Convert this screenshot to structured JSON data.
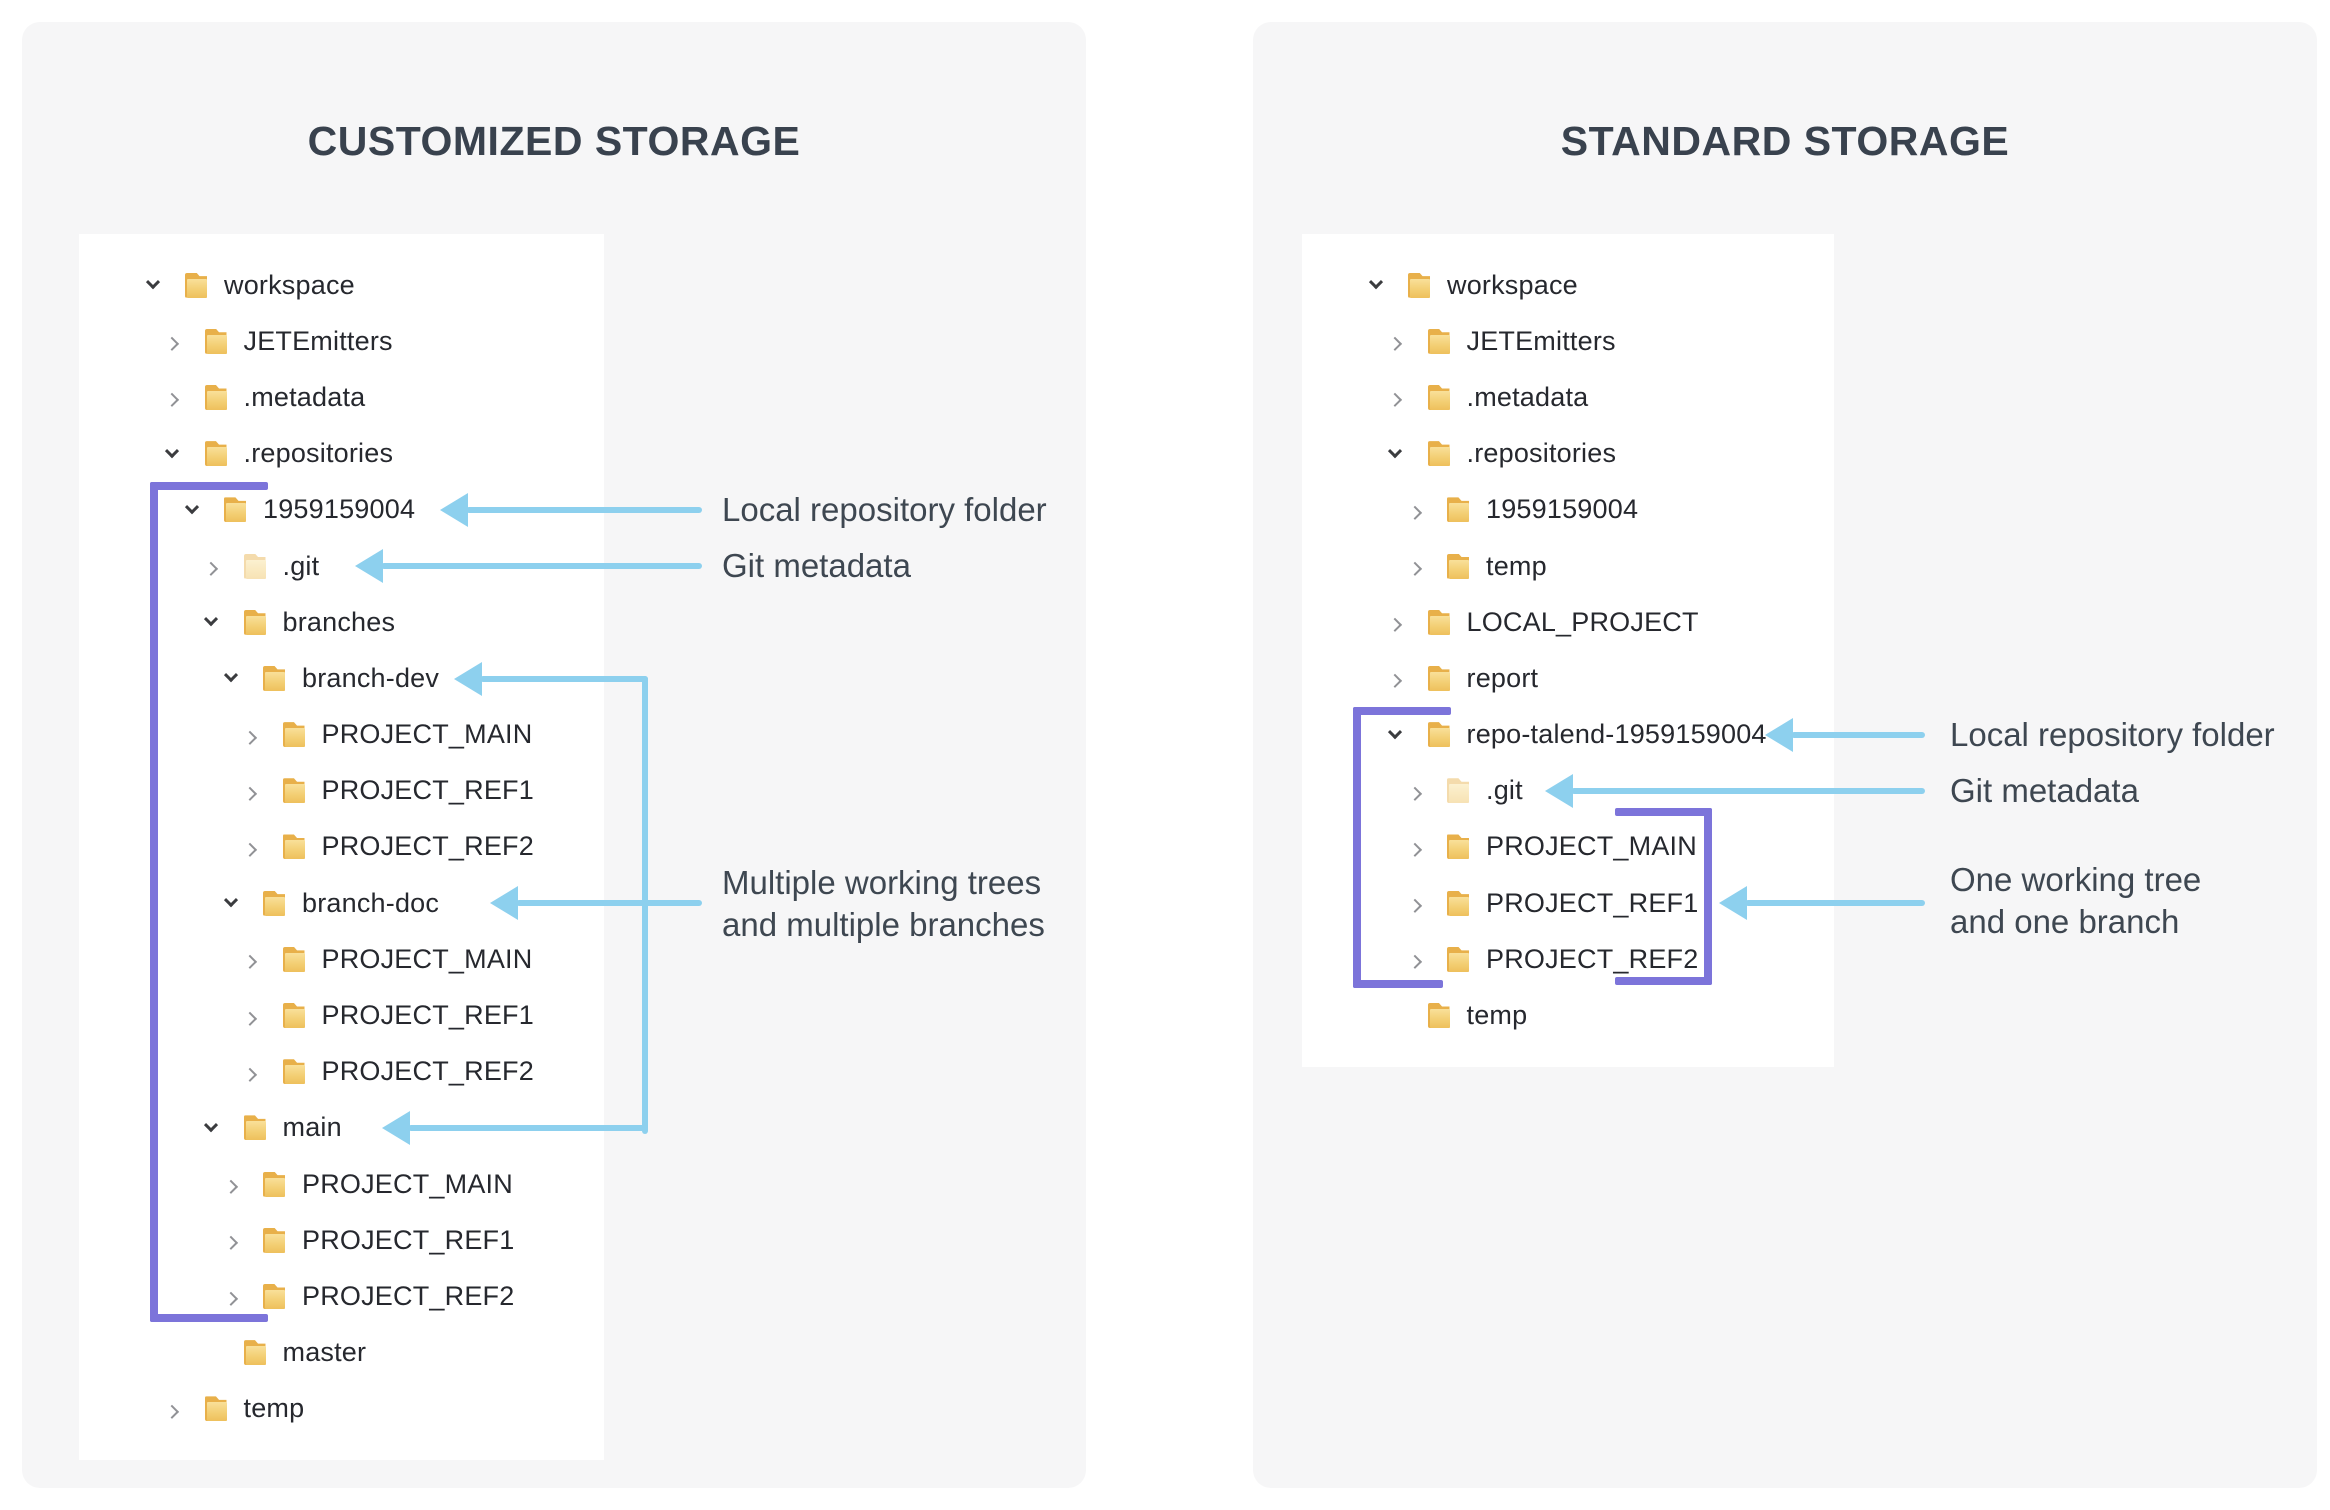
{
  "titles": {
    "left": "CUSTOMIZED STORAGE",
    "right": "STANDARD STORAGE"
  },
  "left_tree": [
    {
      "label": "workspace",
      "level": 0,
      "chevron": "down"
    },
    {
      "label": "JETEmitters",
      "level": 1,
      "chevron": "right"
    },
    {
      "label": ".metadata",
      "level": 1,
      "chevron": "right"
    },
    {
      "label": ".repositories",
      "level": 1,
      "chevron": "down"
    },
    {
      "label": "1959159004",
      "level": 2,
      "chevron": "down"
    },
    {
      "label": ".git",
      "level": 3,
      "chevron": "right",
      "pale": true
    },
    {
      "label": "branches",
      "level": 3,
      "chevron": "down"
    },
    {
      "label": "branch-dev",
      "level": 4,
      "chevron": "down"
    },
    {
      "label": "PROJECT_MAIN",
      "level": 5,
      "chevron": "right"
    },
    {
      "label": "PROJECT_REF1",
      "level": 5,
      "chevron": "right"
    },
    {
      "label": "PROJECT_REF2",
      "level": 5,
      "chevron": "right"
    },
    {
      "label": "branch-doc",
      "level": 4,
      "chevron": "down"
    },
    {
      "label": "PROJECT_MAIN",
      "level": 5,
      "chevron": "right"
    },
    {
      "label": "PROJECT_REF1",
      "level": 5,
      "chevron": "right"
    },
    {
      "label": "PROJECT_REF2",
      "level": 5,
      "chevron": "right"
    },
    {
      "label": "main",
      "level": 3,
      "chevron": "down"
    },
    {
      "label": "PROJECT_MAIN",
      "level": 4,
      "chevron": "right"
    },
    {
      "label": "PROJECT_REF1",
      "level": 4,
      "chevron": "right"
    },
    {
      "label": "PROJECT_REF2",
      "level": 4,
      "chevron": "right"
    },
    {
      "label": "master",
      "level": 3,
      "chevron": "none"
    },
    {
      "label": "temp",
      "level": 1,
      "chevron": "right"
    }
  ],
  "right_tree": [
    {
      "label": "workspace",
      "level": 0,
      "chevron": "down"
    },
    {
      "label": "JETEmitters",
      "level": 1,
      "chevron": "right"
    },
    {
      "label": ".metadata",
      "level": 1,
      "chevron": "right"
    },
    {
      "label": ".repositories",
      "level": 1,
      "chevron": "down"
    },
    {
      "label": "1959159004",
      "level": 2,
      "chevron": "right"
    },
    {
      "label": "temp",
      "level": 2,
      "chevron": "right"
    },
    {
      "label": "LOCAL_PROJECT",
      "level": 1,
      "chevron": "right"
    },
    {
      "label": "report",
      "level": 1,
      "chevron": "right"
    },
    {
      "label": "repo-talend-1959159004",
      "level": 1,
      "chevron": "down"
    },
    {
      "label": ".git",
      "level": 2,
      "chevron": "right",
      "pale": true
    },
    {
      "label": "PROJECT_MAIN",
      "level": 2,
      "chevron": "right"
    },
    {
      "label": "PROJECT_REF1",
      "level": 2,
      "chevron": "right"
    },
    {
      "label": "PROJECT_REF2",
      "level": 2,
      "chevron": "right"
    },
    {
      "label": "temp",
      "level": 1,
      "chevron": "none"
    }
  ],
  "left_annotations": {
    "local_repo": "Local repository folder",
    "git_meta": "Git metadata",
    "multi_line1": "Multiple working trees",
    "multi_line2": "and multiple branches"
  },
  "right_annotations": {
    "local_repo": "Local repository folder",
    "git_meta": "Git metadata",
    "one_line1": "One working tree",
    "one_line2": "and one branch"
  },
  "colors": {
    "arrow_blue": "#8dd0ee",
    "bracket_purple": "#7c74da",
    "title_text": "#39424e",
    "note_text": "#3e4751",
    "tree_text": "#26282e",
    "card_background": "#f6f6f7",
    "folder_yellow": "#f3cf74"
  }
}
